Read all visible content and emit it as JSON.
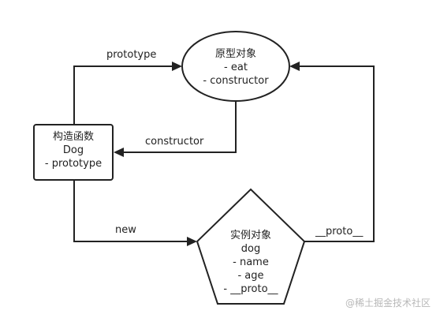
{
  "nodes": {
    "prototype_object": {
      "lines": [
        "原型对象",
        "- eat",
        "- constructor"
      ]
    },
    "constructor_function": {
      "lines": [
        "构造函数",
        "Dog",
        "- prototype"
      ]
    },
    "instance_object": {
      "lines": [
        "实例对象",
        "dog",
        "- name",
        "- age",
        "- __proto__"
      ]
    }
  },
  "edges": {
    "prototype": "prototype",
    "constructor": "constructor",
    "new": "new",
    "proto": "__proto__"
  },
  "watermark": "@稀土掘金技术社区",
  "colors": {
    "stroke": "#222222",
    "background": "#ffffff",
    "watermark": "#b8b8b8"
  }
}
